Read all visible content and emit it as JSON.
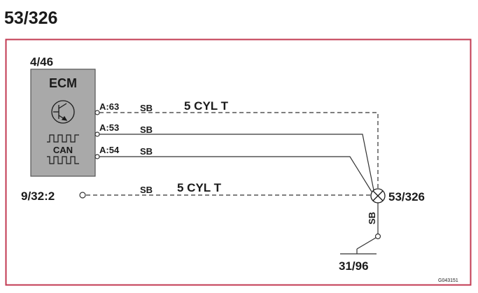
{
  "title": "53/326",
  "colors": {
    "frame": "#c23a52",
    "wire": "#333333",
    "box_fill": "#a9a9a9",
    "box_stroke": "#555555",
    "text": "#1a1a1a"
  },
  "ecm": {
    "id": "4/46",
    "label": "ECM",
    "transistor_icon": "transistor-icon",
    "can_icon": "can-bus-icon",
    "can_label": "CAN",
    "pins": [
      "A:63",
      "A:53",
      "A:54"
    ]
  },
  "wires": [
    {
      "pin": "A:63",
      "color": "SB",
      "note": "5 CYL T",
      "style": "dashed"
    },
    {
      "pin": "A:53",
      "color": "SB",
      "note": "",
      "style": "solid"
    },
    {
      "pin": "A:54",
      "color": "SB",
      "note": "",
      "style": "solid"
    },
    {
      "pin": "9/32:2",
      "color": "SB",
      "note": "5 CYL T",
      "style": "dashed"
    }
  ],
  "external_connector": "9/32:2",
  "component": {
    "id": "53/326",
    "icon": "lamp-icon"
  },
  "ground": {
    "id": "31/96",
    "wire_color": "SB",
    "icon": "ground-switch-icon"
  },
  "figure_code": "G043151"
}
